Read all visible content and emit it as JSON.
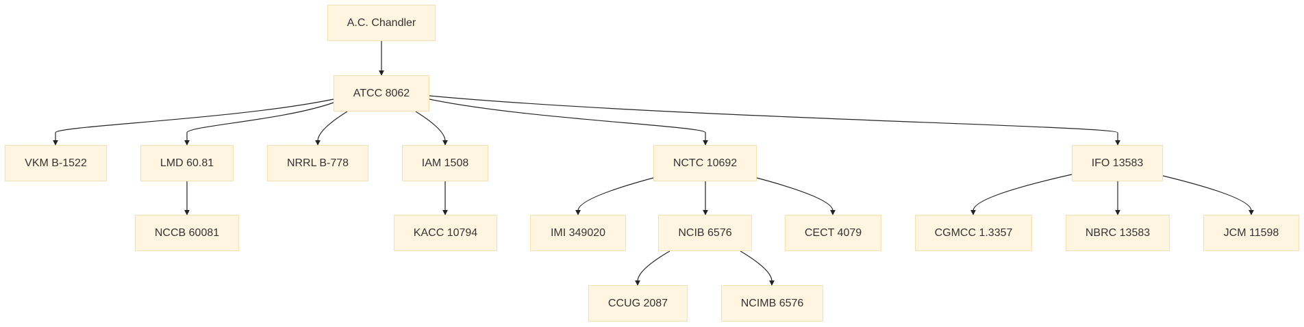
{
  "diagram": {
    "nodes": {
      "chandler": "A.C. Chandler",
      "atcc": "ATCC 8062",
      "vkm": "VKM B-1522",
      "lmd": "LMD 60.81",
      "nrrl": "NRRL B-778",
      "iam": "IAM 1508",
      "nctc": "NCTC 10692",
      "ifo": "IFO 13583",
      "nccb": "NCCB 60081",
      "kacc": "KACC 10794",
      "imi": "IMI 349020",
      "ncib": "NCIB 6576",
      "cect": "CECT 4079",
      "cgmcc": "CGMCC 1.3357",
      "nbrc": "NBRC 13583",
      "jcm": "JCM 11598",
      "ccug": "CCUG 2087",
      "ncimb": "NCIMB 6576"
    },
    "edges": [
      [
        "chandler",
        "atcc"
      ],
      [
        "atcc",
        "vkm"
      ],
      [
        "atcc",
        "lmd"
      ],
      [
        "atcc",
        "nrrl"
      ],
      [
        "atcc",
        "iam"
      ],
      [
        "atcc",
        "nctc"
      ],
      [
        "atcc",
        "ifo"
      ],
      [
        "lmd",
        "nccb"
      ],
      [
        "iam",
        "kacc"
      ],
      [
        "nctc",
        "imi"
      ],
      [
        "nctc",
        "ncib"
      ],
      [
        "nctc",
        "cect"
      ],
      [
        "ifo",
        "cgmcc"
      ],
      [
        "ifo",
        "nbrc"
      ],
      [
        "ifo",
        "jcm"
      ],
      [
        "ncib",
        "ccug"
      ],
      [
        "ncib",
        "ncimb"
      ]
    ]
  }
}
